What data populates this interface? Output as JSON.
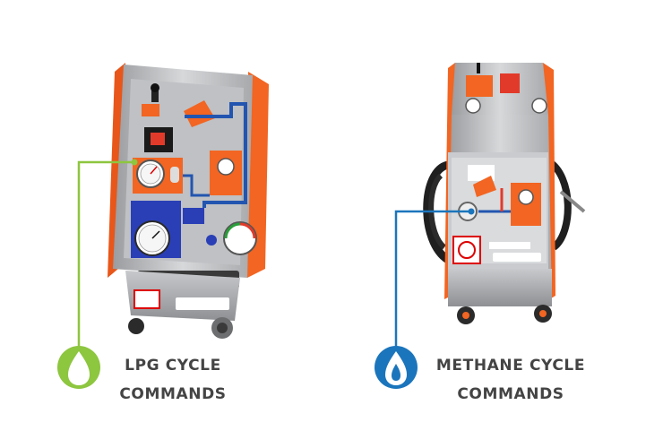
{
  "colors": {
    "lpg_accent": "#8dc63f",
    "methane_accent": "#1b75bc",
    "machine_orange": "#f26522",
    "caption_text": "#444444"
  },
  "lpg": {
    "icon": "flame-drop-icon",
    "caption_line1": "LPG CYCLE",
    "caption_line2": "COMMANDS"
  },
  "methane": {
    "icon": "flame-drop-icon",
    "caption_line1": "METHANE CYCLE",
    "caption_line2": "COMMANDS"
  }
}
